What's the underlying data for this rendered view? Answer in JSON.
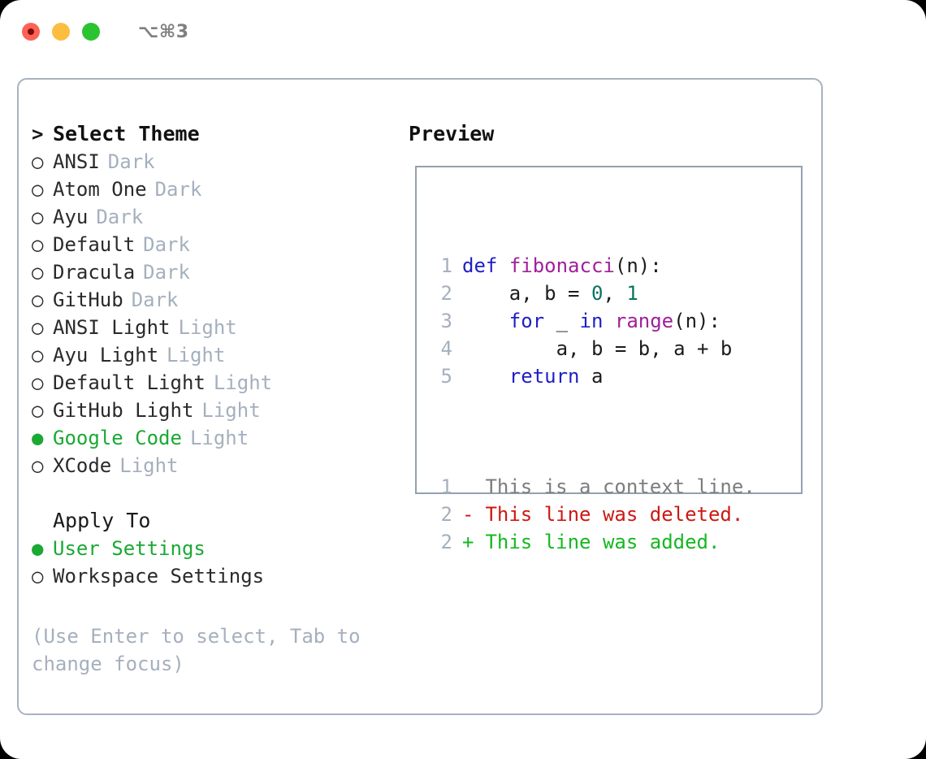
{
  "titlebar": {
    "shortcut": "⌥⌘3",
    "lights": [
      {
        "name": "close",
        "color": "#fd6158"
      },
      {
        "name": "minimize",
        "color": "#fdbd40"
      },
      {
        "name": "zoom",
        "color": "#2ac431"
      }
    ]
  },
  "theme_picker": {
    "header": {
      "caret": ">",
      "label": "Select Theme"
    },
    "items": [
      {
        "marker": "○",
        "name": "ANSI",
        "badge": "Dark",
        "selected": false
      },
      {
        "marker": "○",
        "name": "Atom One",
        "badge": "Dark",
        "selected": false
      },
      {
        "marker": "○",
        "name": "Ayu",
        "badge": "Dark",
        "selected": false
      },
      {
        "marker": "○",
        "name": "Default",
        "badge": "Dark",
        "selected": false
      },
      {
        "marker": "○",
        "name": "Dracula",
        "badge": "Dark",
        "selected": false
      },
      {
        "marker": "○",
        "name": "GitHub",
        "badge": "Dark",
        "selected": false
      },
      {
        "marker": "○",
        "name": "ANSI Light",
        "badge": "Light",
        "selected": false
      },
      {
        "marker": "○",
        "name": "Ayu Light",
        "badge": "Light",
        "selected": false
      },
      {
        "marker": "○",
        "name": "Default Light",
        "badge": "Light",
        "selected": false
      },
      {
        "marker": "○",
        "name": "GitHub Light",
        "badge": "Light",
        "selected": false
      },
      {
        "marker": "●",
        "name": "Google Code",
        "badge": "Light",
        "selected": true
      },
      {
        "marker": "○",
        "name": "XCode",
        "badge": "Light",
        "selected": false
      }
    ]
  },
  "apply_to": {
    "header": {
      "label": "Apply To"
    },
    "options": [
      {
        "marker": "●",
        "name": "User Settings",
        "selected": true
      },
      {
        "marker": "○",
        "name": "Workspace Settings",
        "selected": false
      }
    ]
  },
  "hint": "(Use Enter to select, Tab to change focus)",
  "preview": {
    "title": "Preview",
    "code_lines": [
      {
        "num": "1",
        "tokens": [
          {
            "t": "def",
            "c": "kw"
          },
          {
            "t": " ",
            "c": "pun"
          },
          {
            "t": "fibonacci",
            "c": "fn"
          },
          {
            "t": "(",
            "c": "pun"
          },
          {
            "t": "n",
            "c": "var"
          },
          {
            "t": "):",
            "c": "pun"
          }
        ]
      },
      {
        "num": "2",
        "tokens": [
          {
            "t": "    a, b = ",
            "c": "pun"
          },
          {
            "t": "0",
            "c": "num"
          },
          {
            "t": ", ",
            "c": "pun"
          },
          {
            "t": "1",
            "c": "num"
          }
        ]
      },
      {
        "num": "3",
        "tokens": [
          {
            "t": "    ",
            "c": "pun"
          },
          {
            "t": "for",
            "c": "kw"
          },
          {
            "t": " _ ",
            "c": "pun"
          },
          {
            "t": "in",
            "c": "kw"
          },
          {
            "t": " ",
            "c": "pun"
          },
          {
            "t": "range",
            "c": "fn"
          },
          {
            "t": "(",
            "c": "pun"
          },
          {
            "t": "n",
            "c": "var"
          },
          {
            "t": "):",
            "c": "pun"
          }
        ]
      },
      {
        "num": "4",
        "tokens": [
          {
            "t": "        a, b = b, a + b",
            "c": "pun"
          }
        ]
      },
      {
        "num": "5",
        "tokens": [
          {
            "t": "    ",
            "c": "pun"
          },
          {
            "t": "return",
            "c": "kw"
          },
          {
            "t": " a",
            "c": "pun"
          }
        ]
      }
    ],
    "diff_lines": [
      {
        "num": "1",
        "sign": " ",
        "text": "This is a context line.",
        "kind": "d-ctx"
      },
      {
        "num": "2",
        "sign": "-",
        "text": "This line was deleted.",
        "kind": "d-del"
      },
      {
        "num": "2",
        "sign": "+",
        "text": "This line was added.",
        "kind": "d-add"
      }
    ]
  },
  "colors": {
    "accent_green": "#1aa934",
    "muted": "#a5b0be",
    "border": "#a8b2c1",
    "preview_border": "#93a1b0",
    "keyword": "#1f1fc4",
    "function": "#a0209b",
    "number": "#0b7261",
    "diff_added": "#16b821",
    "diff_deleted": "#cc1a13"
  }
}
